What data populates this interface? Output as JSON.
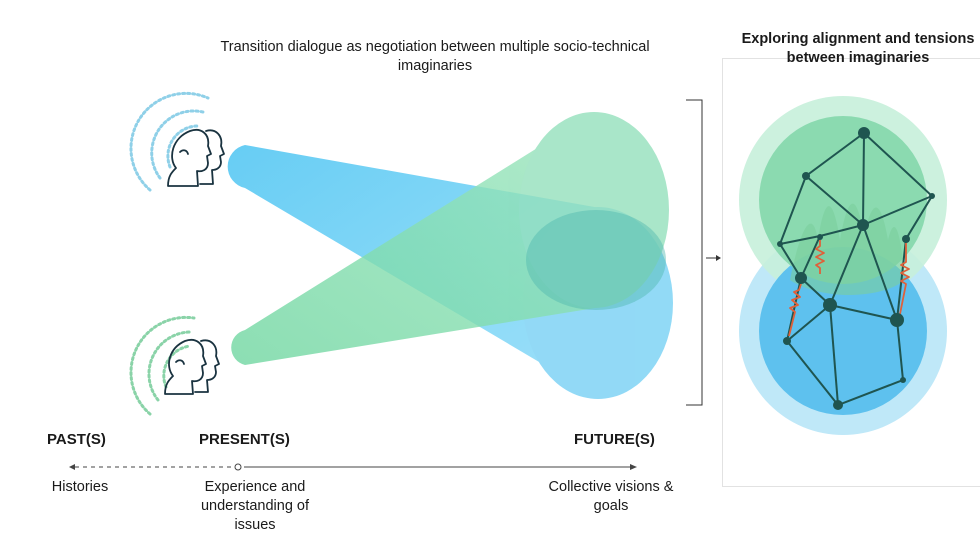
{
  "main_title": "Transition dialogue as negotiation between multiple socio-technical imaginaries",
  "side_title": "Exploring alignment and tensions between imaginaries",
  "timeline": {
    "past": {
      "label": "PAST(S)",
      "description": "Histories"
    },
    "present": {
      "label": "PRESENT(S)",
      "description": "Experience and understanding of issues"
    },
    "future": {
      "label": "FUTURE(S)",
      "description": "Collective visions & goals"
    }
  },
  "colors": {
    "green": "#7fd9a8",
    "blue": "#5bc8f5",
    "network": "#1f5550",
    "tension": "#e0603a",
    "outline": "#1a3340"
  },
  "icons": [
    "people-head-icon-top",
    "people-head-icon-bottom",
    "sound-waves-icon",
    "network-graph-icon"
  ]
}
